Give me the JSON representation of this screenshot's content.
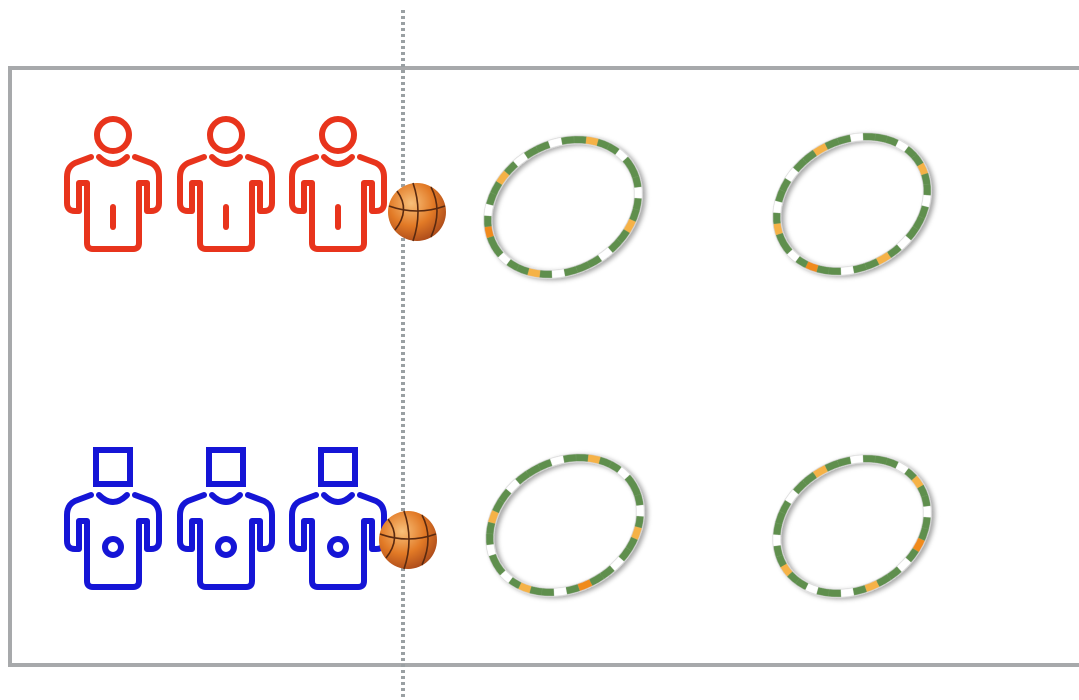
{
  "diagram": {
    "court_border_color": "#a7a9ab",
    "midline_color": "#9aa0a3",
    "ball_color": "#e67e22",
    "teams": [
      {
        "name": "",
        "color": "#e8341c",
        "players": 3,
        "icon": "player-red-icon"
      },
      {
        "name": "",
        "color": "#1515d6",
        "players": 3,
        "icon": "player-blue-icon"
      }
    ],
    "hoop_colors": {
      "main": "#5f8f4d",
      "white": "#ffffff",
      "light_orange": "#f5b246",
      "orange": "#f08a1c"
    },
    "hoops": 4,
    "balls": 2
  }
}
